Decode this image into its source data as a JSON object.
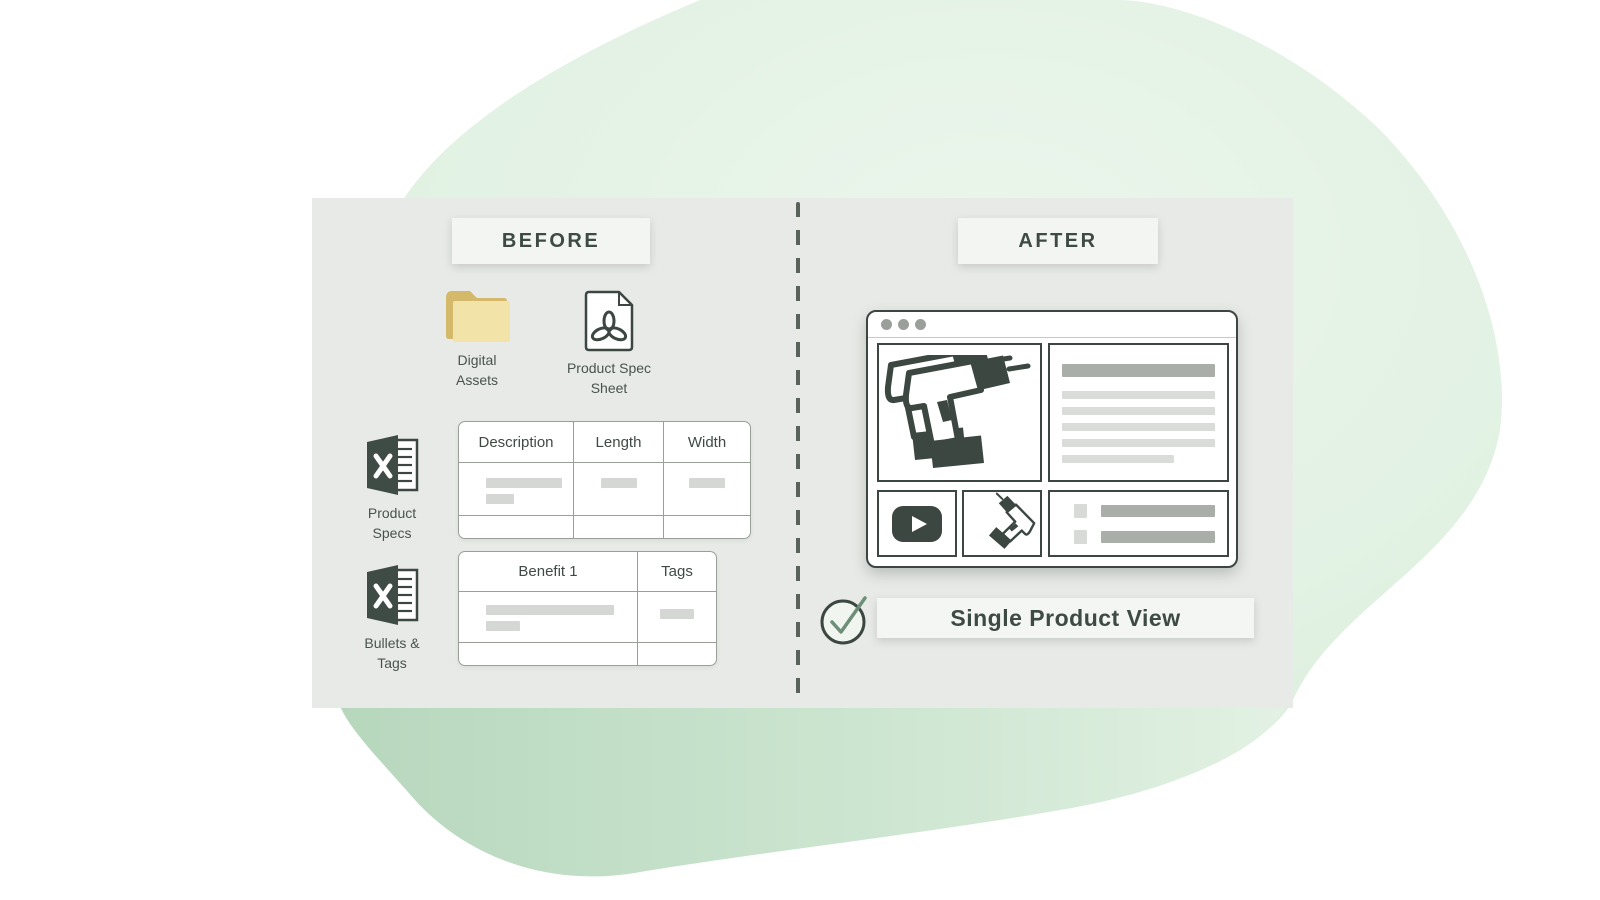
{
  "before": {
    "header": "BEFORE",
    "digital_assets_label": "Digital Assets",
    "spec_sheet_label": "Product Spec Sheet",
    "product_specs_label": "Product Specs",
    "bullets_tags_label": "Bullets & Tags",
    "spec_table": {
      "columns": [
        "Description",
        "Length",
        "Width"
      ]
    },
    "benefit_table": {
      "columns": [
        "Benefit 1",
        "Tags"
      ]
    }
  },
  "after": {
    "header": "AFTER",
    "caption": "Single Product View"
  },
  "icons": {
    "folder": "folder-icon",
    "pdf": "pdf-document-icon",
    "excel": "excel-spreadsheet-icon",
    "browser_dots": "window-control-dots",
    "play": "play-button-icon",
    "drill": "drill-product-image",
    "check": "checkmark-circle-icon"
  },
  "palette": {
    "panel_bg": "#e8eae7",
    "blob_light": "#dcefdf",
    "blob_dark": "#bedcc4",
    "ink": "#3c4741",
    "label_text": "#49534e",
    "bar_light": "#d4d7d4",
    "bar_dark": "#a9aea9",
    "folder_front": "#f2e3a8",
    "folder_back": "#d5b96b",
    "check_green": "#6d8e77",
    "header_bg": "#f3f5f2"
  }
}
